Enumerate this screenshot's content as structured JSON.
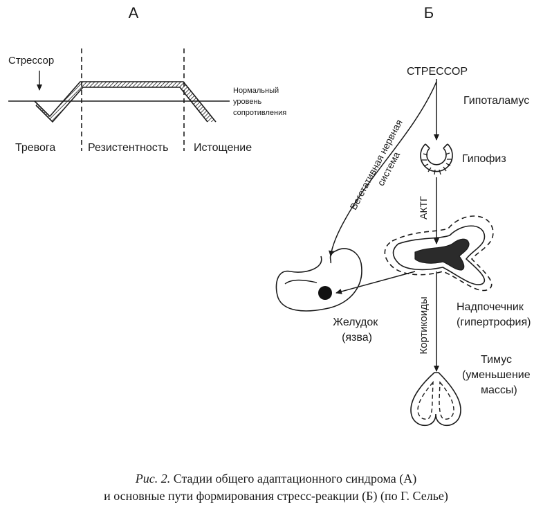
{
  "panel_a": {
    "letter": "А",
    "stressor": "Стрессор",
    "normal_level": [
      "Нормальный",
      "уровень",
      "сопротивления"
    ],
    "phases": [
      "Тревога",
      "Резистентность",
      "Истощение"
    ]
  },
  "panel_b": {
    "letter": "Б",
    "stressor": "СТРЕССОР",
    "hypothalamus": "Гипоталамус",
    "pituitary": "Гипофиз",
    "actg": "АКТГ",
    "autonomic": [
      "Вегетативная нервная",
      "система"
    ],
    "adrenal": [
      "Надпочечник",
      "(гипертрофия)"
    ],
    "stomach": [
      "Желудок",
      "(язва)"
    ],
    "corticoids": "Кортикоиды",
    "thymus": [
      "Тимус",
      "(уменьшение",
      "массы)"
    ]
  },
  "caption": {
    "fig": "Рис. 2.",
    "line1": " Стадии общего адаптационного синдрома (А)",
    "line2": "и основные пути формирования стресс-реакции (Б) (по Г. Селье)"
  }
}
